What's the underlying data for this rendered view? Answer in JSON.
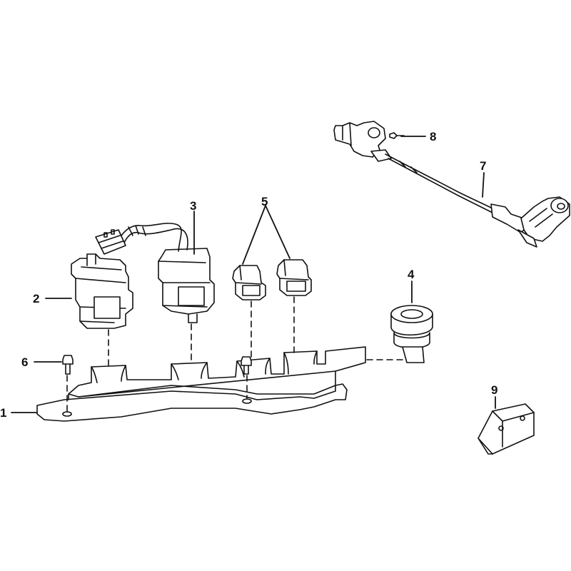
{
  "diagram": {
    "type": "exploded-parts-diagram",
    "line_color": "#111111",
    "background": "#ffffff",
    "callouts": [
      {
        "id": "c1",
        "number": "1",
        "part": "mounting-bracket"
      },
      {
        "id": "c2",
        "number": "2",
        "part": "relay-large"
      },
      {
        "id": "c3",
        "number": "3",
        "part": "relay-with-harness"
      },
      {
        "id": "c4",
        "number": "4",
        "part": "rubber-grommet-connector"
      },
      {
        "id": "c5",
        "number": "5",
        "part": "small-relays-pair"
      },
      {
        "id": "c6",
        "number": "6",
        "part": "bolt"
      },
      {
        "id": "c7",
        "number": "7",
        "part": "sensor-cable-assembly"
      },
      {
        "id": "c8",
        "number": "8",
        "part": "small-screw"
      },
      {
        "id": "c9",
        "number": "9",
        "part": "rubber-pad"
      }
    ]
  }
}
